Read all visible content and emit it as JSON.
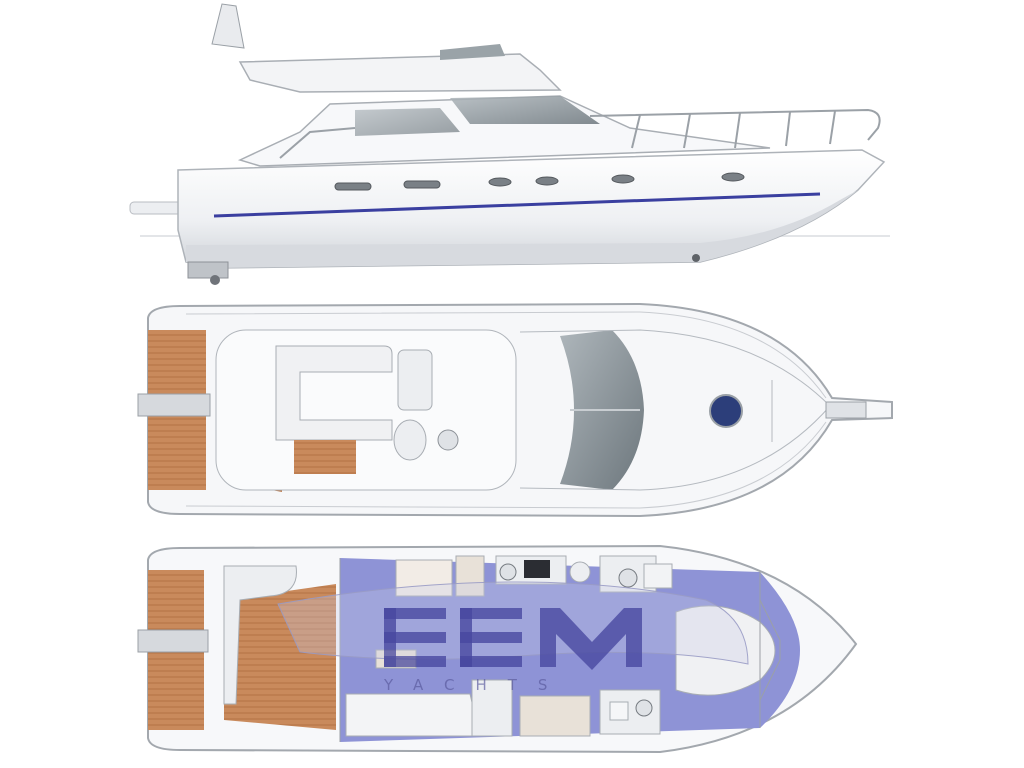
{
  "views": {
    "profile": "side-elevation",
    "deck": "deck-plan",
    "interior": "lower-deck-layout"
  },
  "watermark": {
    "logo": "EEM",
    "tagline": "YACHTS"
  },
  "colors": {
    "hull": "#f2f3f5",
    "hull_shadow": "#d9dce0",
    "stripe": "#3a3fa0",
    "teak": "#c98a5c",
    "glass": "#7f8a90",
    "carpet": "#8e93d6",
    "watermark": "#3f3f9a"
  }
}
